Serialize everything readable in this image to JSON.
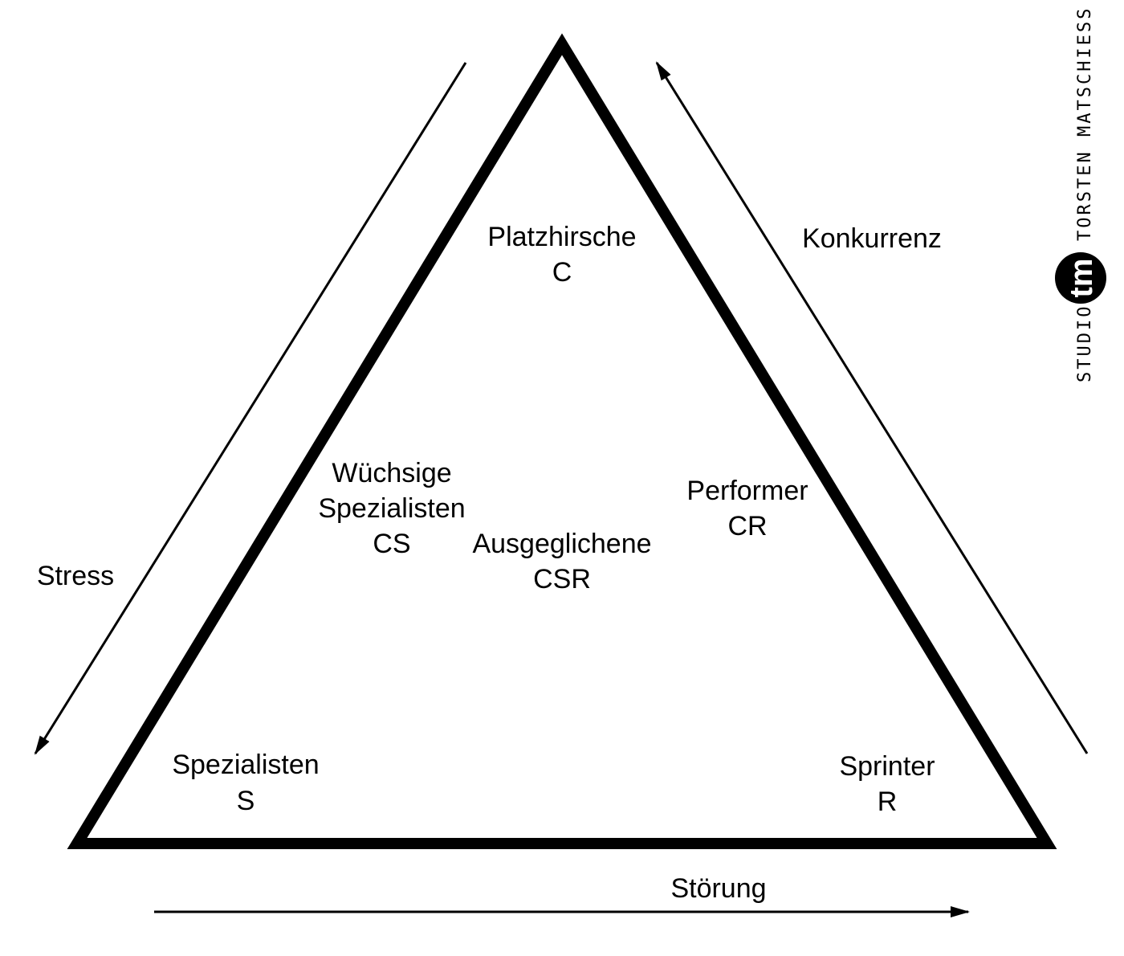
{
  "diagram": {
    "vertices": {
      "top": {
        "name": "Platzhirsche",
        "code": "C"
      },
      "bottom_left": {
        "name": "Spezialisten",
        "code": "S"
      },
      "bottom_right": {
        "name": "Sprinter",
        "code": "R"
      }
    },
    "inner": {
      "cs": {
        "line1": "Wüchsige",
        "line2": "Spezialisten",
        "code": "CS"
      },
      "cr": {
        "name": "Performer",
        "code": "CR"
      },
      "csr": {
        "name": "Ausgeglichene",
        "code": "CSR"
      }
    },
    "axes": {
      "stress": "Stress",
      "konkurrenz": "Konkurrenz",
      "stoerung": "Störung"
    }
  },
  "branding": {
    "studio": "STUDIO",
    "name": "TORSTEN MATSCHIESS",
    "logo": "tm"
  }
}
